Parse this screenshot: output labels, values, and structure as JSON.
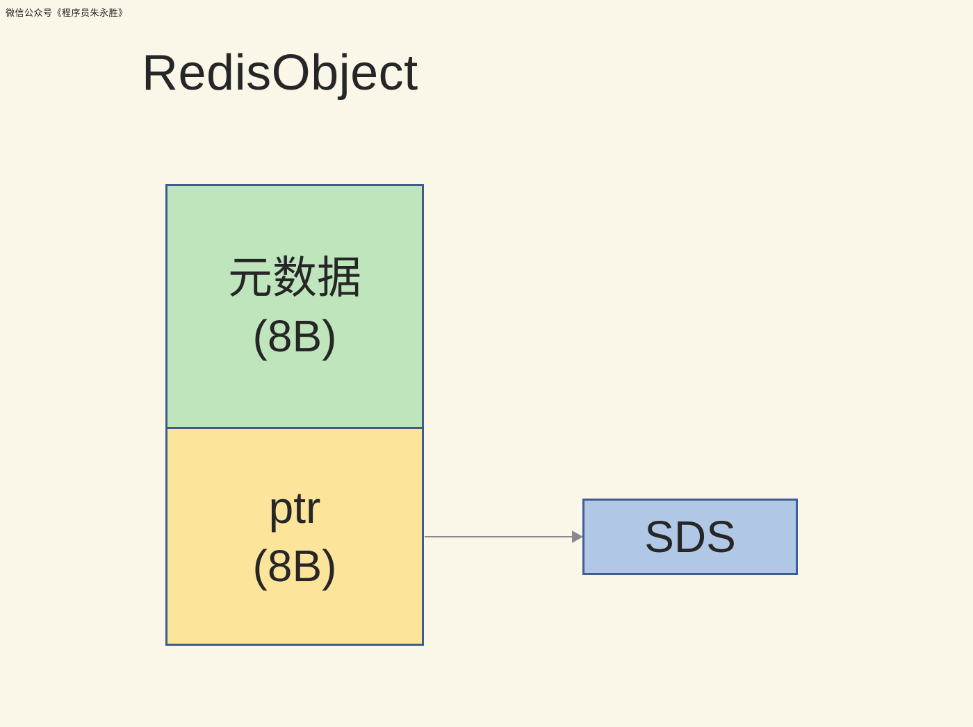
{
  "colors": {
    "page-bg": "#FAF7E9",
    "text": "#262626",
    "watermark": "#1B1B1B",
    "metadata-fill": "#BEE5BB",
    "ptr-fill": "#FDE49B",
    "sds-fill": "#B0C7E5",
    "stack-border": "#3D5B8C",
    "sds-border": "#3F5E94",
    "arrow": "#8A8A8A"
  },
  "page": {
    "watermark": "微信公众号《程序员朱永胜》",
    "title": "RedisObject"
  },
  "diagram": {
    "stack": {
      "cells": [
        {
          "id": "metadata",
          "name": "元数据",
          "size": "(8B)"
        },
        {
          "id": "ptr",
          "name": "ptr",
          "size": "(8B)"
        }
      ]
    },
    "arrow": {
      "from": "ptr",
      "to": "SDS"
    },
    "sds": {
      "label": "SDS"
    }
  }
}
